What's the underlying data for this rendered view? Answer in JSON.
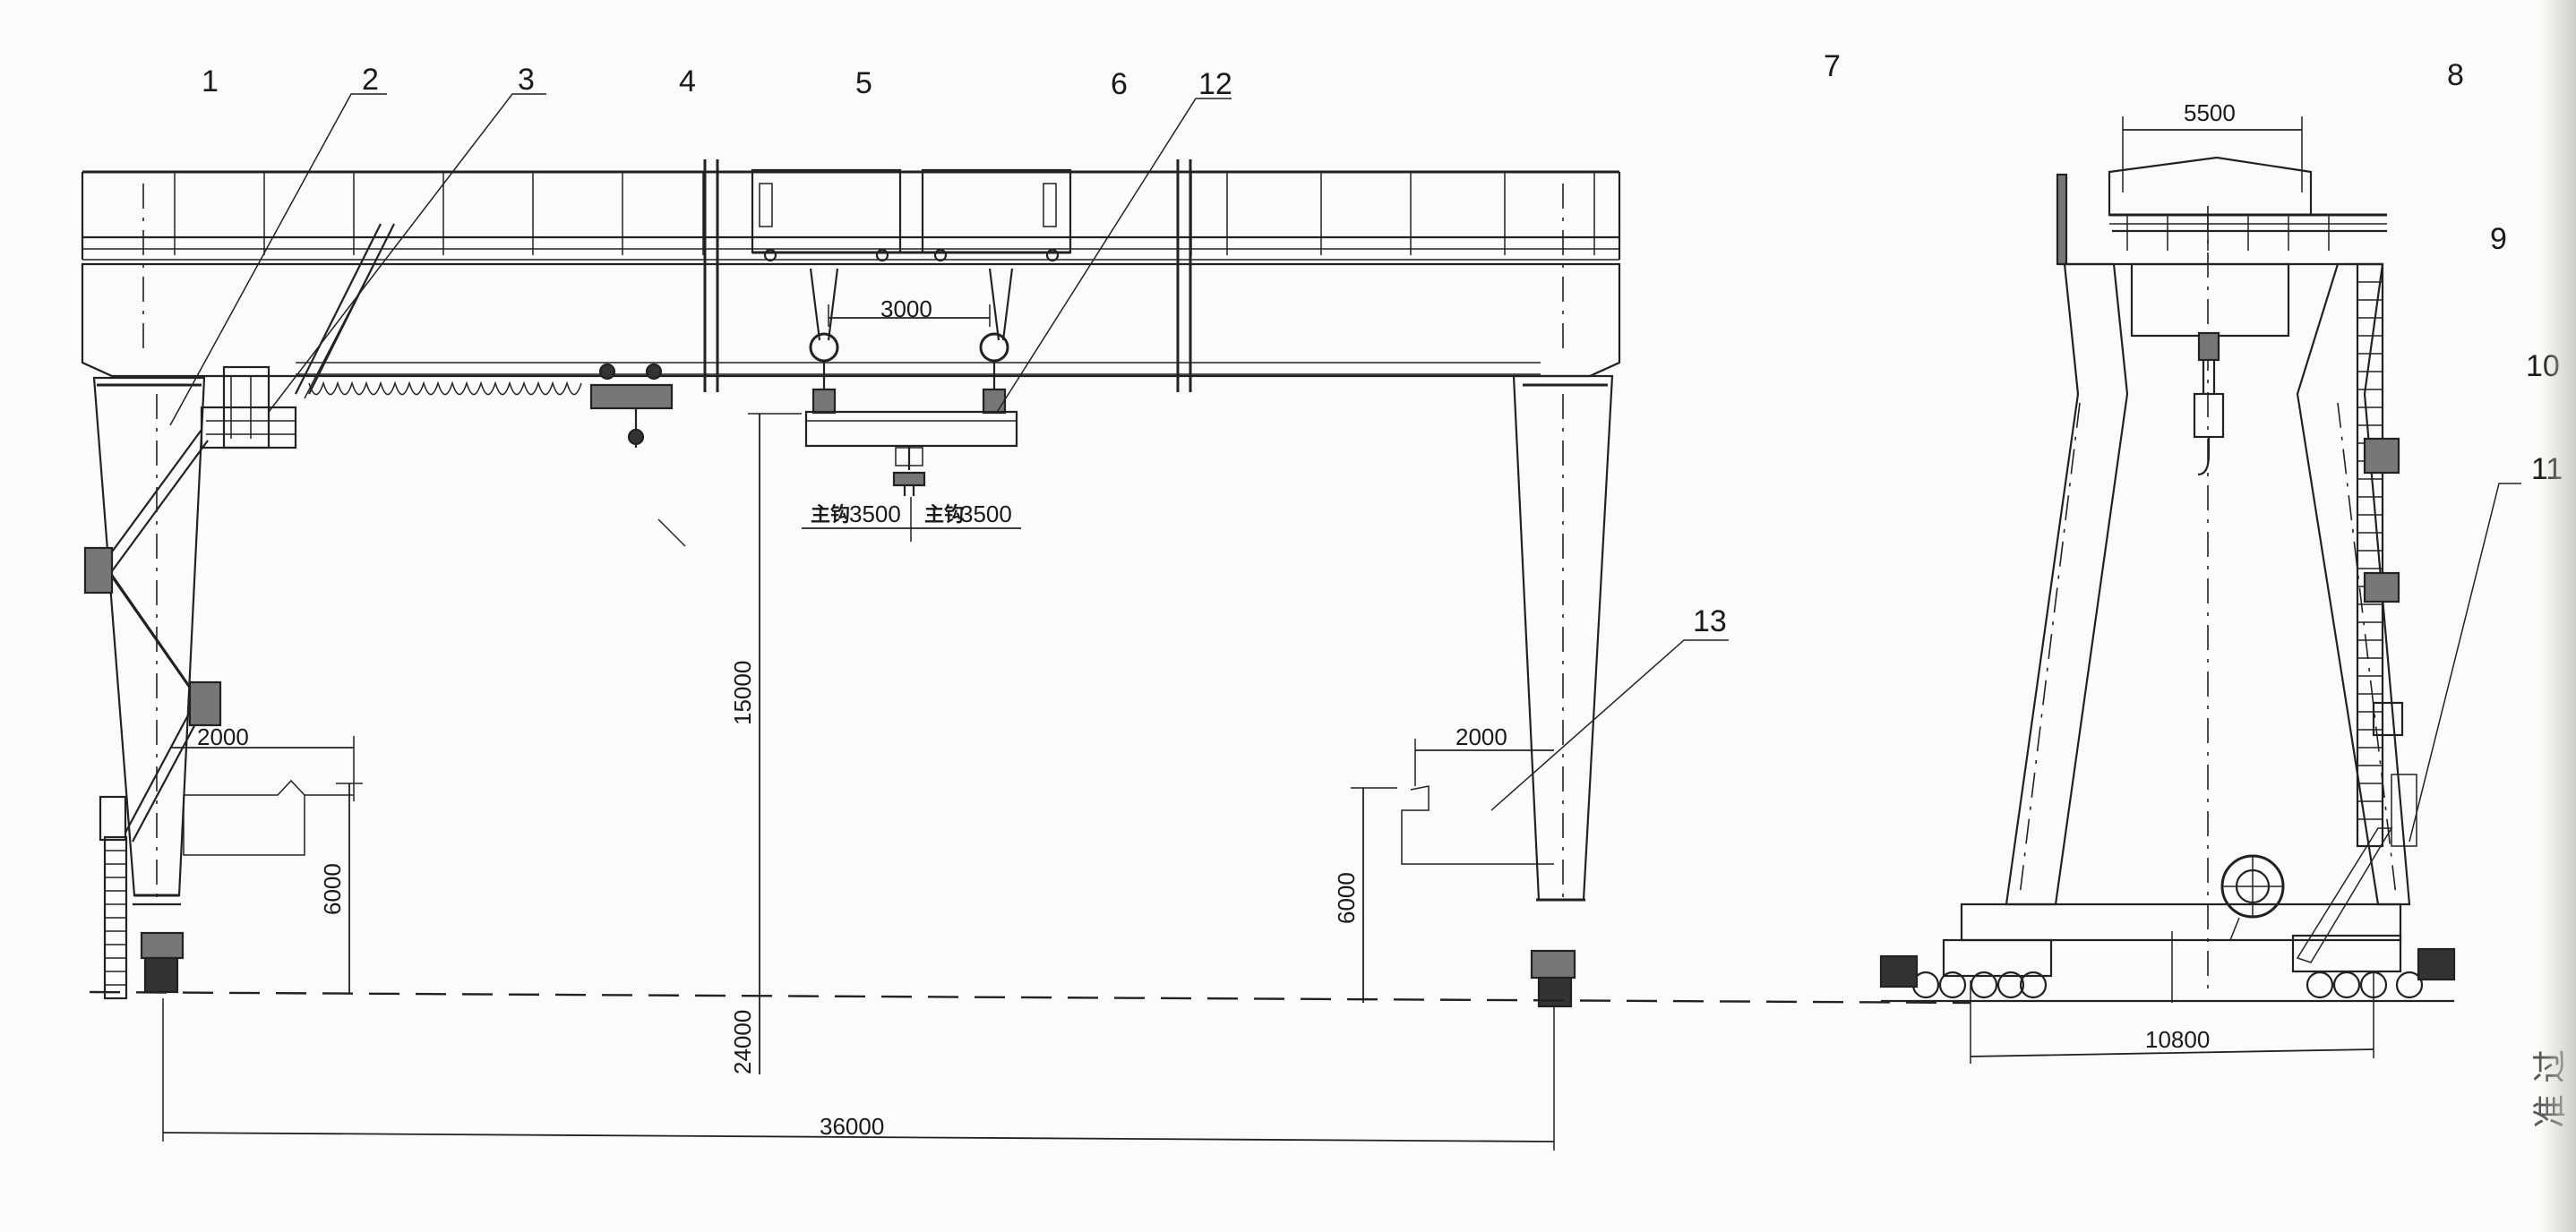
{
  "callouts": [
    "1",
    "2",
    "3",
    "4",
    "5",
    "6",
    "12",
    "7",
    "8",
    "9",
    "10",
    "11",
    "13"
  ],
  "dimensions": {
    "trolley_spacing": "3000",
    "left_outreach": "3500",
    "right_outreach": "3500",
    "lift_height": "15000",
    "below_rail": "24000",
    "left_leg_offset": "2000",
    "left_height": "6000",
    "right_leg_offset": "2000",
    "right_height": "6000",
    "span": "36000",
    "end_top_width": "5500",
    "end_base_width": "10800"
  },
  "outreach_marks": [
    "主钩",
    "主钩"
  ],
  "edge_text": "准 过"
}
